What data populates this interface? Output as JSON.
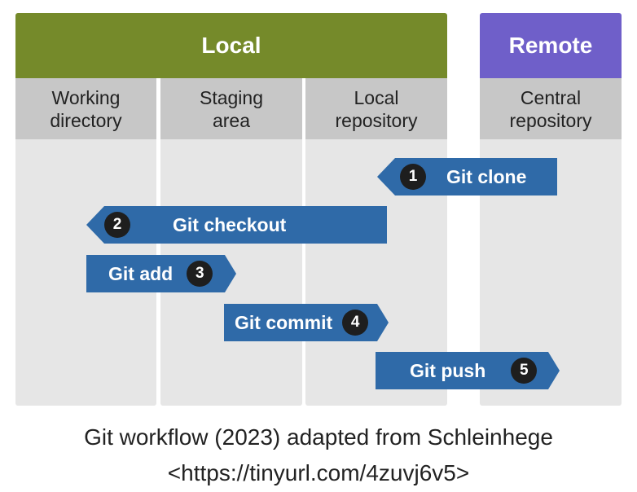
{
  "headers": {
    "local": "Local",
    "remote": "Remote"
  },
  "columns": {
    "working": [
      "Working",
      "directory"
    ],
    "staging": [
      "Staging",
      "area"
    ],
    "local_repo": [
      "Local",
      "repository"
    ],
    "central": [
      "Central",
      "repository"
    ]
  },
  "steps": [
    {
      "num": "1",
      "label": "Git clone"
    },
    {
      "num": "2",
      "label": "Git checkout"
    },
    {
      "num": "3",
      "label": "Git add"
    },
    {
      "num": "4",
      "label": "Git commit"
    },
    {
      "num": "5",
      "label": "Git push"
    }
  ],
  "caption": {
    "line1": "Git workflow (2023) adapted from Schleinhege",
    "line2": "<https://tinyurl.com/4zuvj6v5>"
  },
  "colors": {
    "local_header": "#758a2a",
    "remote_header": "#6f5fc9",
    "arrow": "#2f6aa8",
    "column_bg": "#e6e6e6",
    "column_head": "#c7c7c7",
    "badge": "#1e1e1e"
  }
}
